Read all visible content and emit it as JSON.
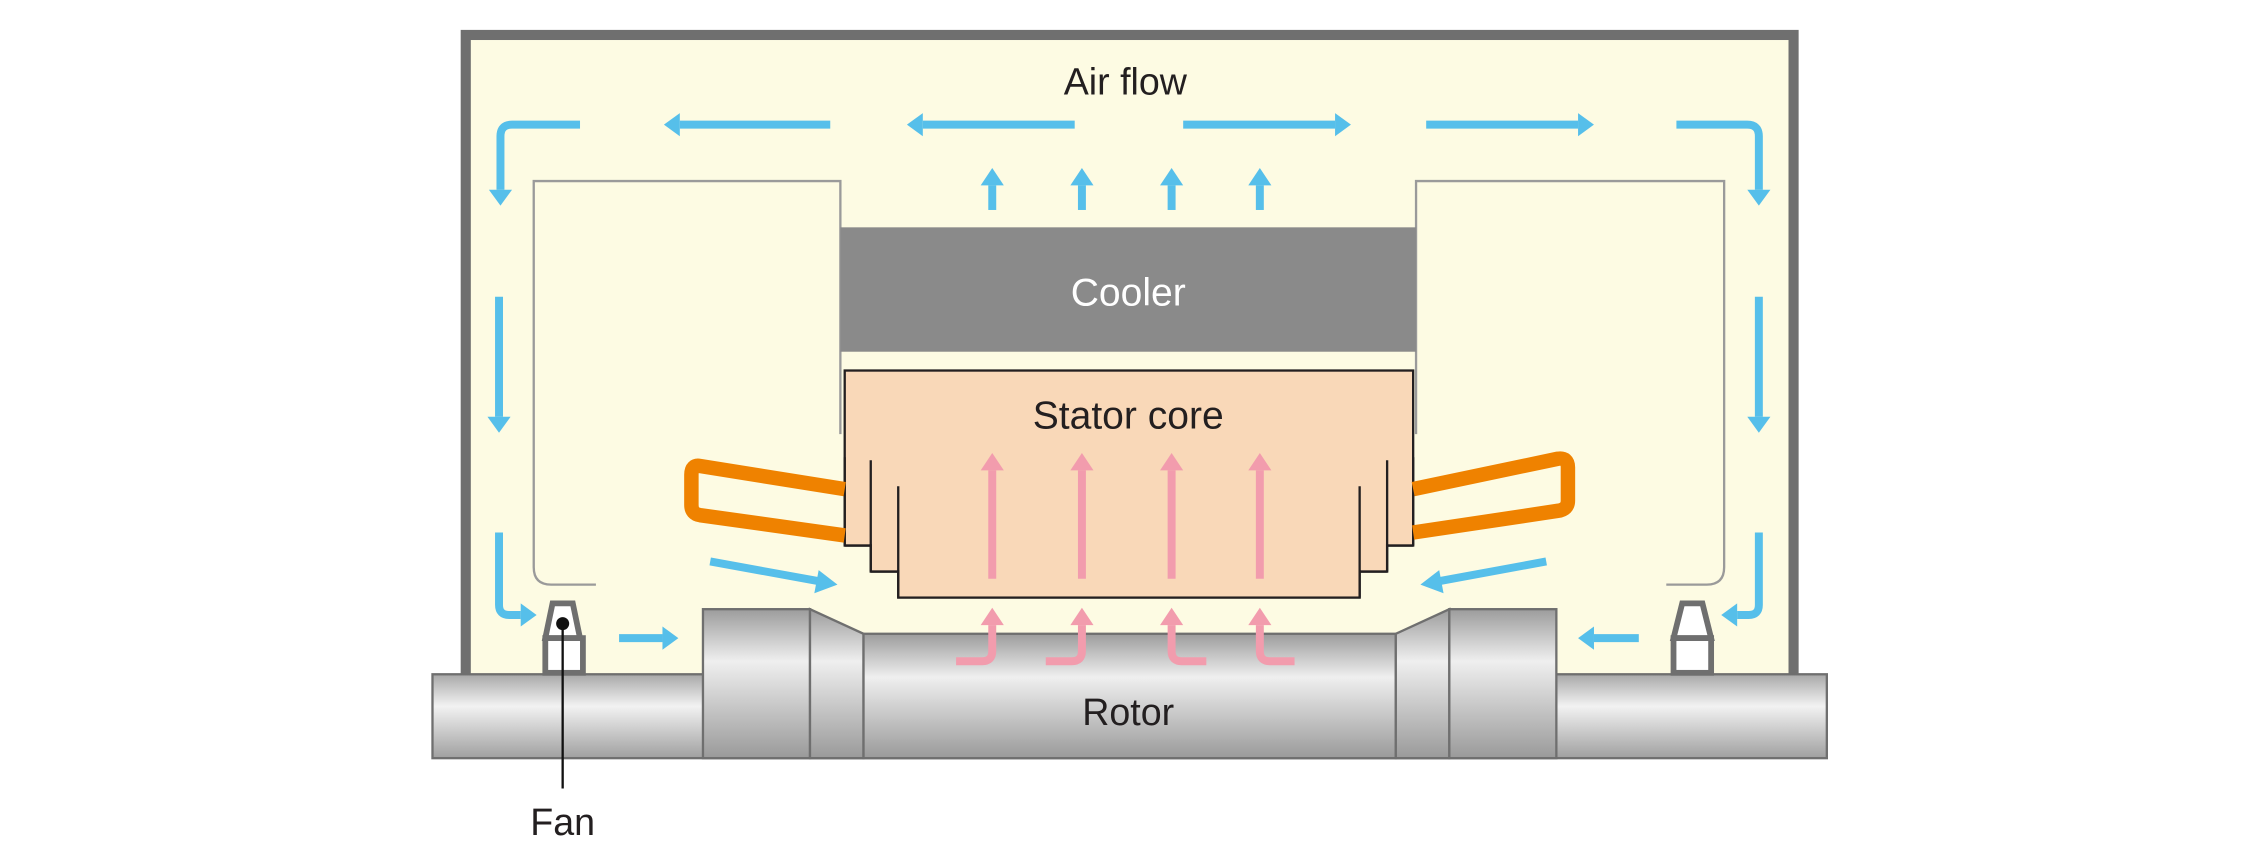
{
  "labels": {
    "air_flow": "Air flow",
    "cooler": "Cooler",
    "stator_core": "Stator core",
    "rotor": "Rotor",
    "fan": "Fan"
  },
  "colors": {
    "housing_fill": "#fdfbe3",
    "housing_stroke": "#6f6f6f",
    "cooler": "#8a8a8a",
    "stator_fill": "#f9d8b8",
    "winding": "#ef8200",
    "air_arrow": "#56bfea",
    "heat_arrow": "#f29cad",
    "shaft_light": "#ededed",
    "shaft_dark": "#a5a5a5"
  }
}
